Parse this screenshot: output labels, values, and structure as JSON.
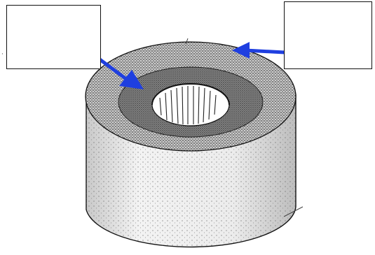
{
  "diagram": {
    "subject": "cross-section-cylinder-with-layers",
    "labels": [
      {
        "id": "label-left",
        "text": ""
      },
      {
        "id": "label-right",
        "text": ""
      }
    ],
    "colors": {
      "arrow": "#1f3fe0",
      "outline": "#111111",
      "background": "#ffffff",
      "stipple": "#333333",
      "inner-band": "#6b6b6b"
    }
  }
}
